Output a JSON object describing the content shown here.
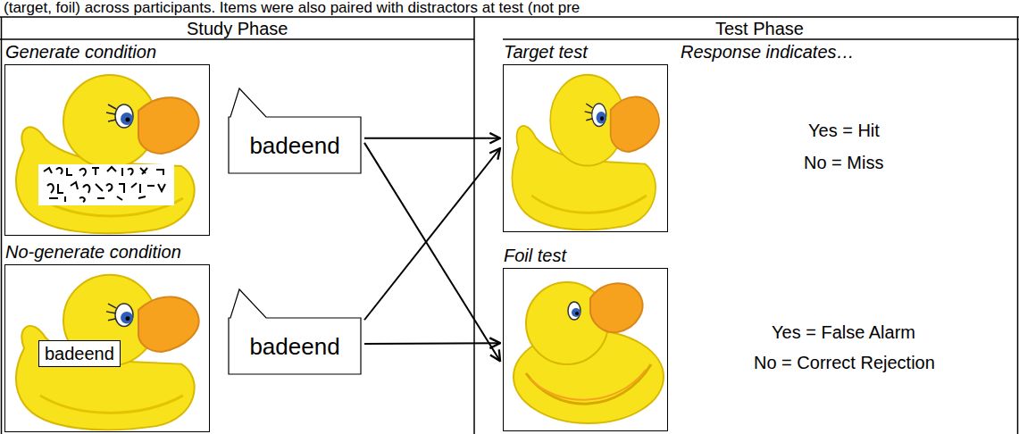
{
  "diagram": {
    "nodes": [
      {
        "text": [
          "Generate condition"
        ]
      },
      {
        "text": [
          "badeend"
        ]
      },
      {
        "text": [
          "No-generate condition"
        ]
      },
      {
        "text": [
          "badeend"
        ],
        "in": 2
      },
      {
        "text": [
          "badeend"
        ]
      },
      {
        "text": [
          "Target test"
        ]
      },
      {
        "text": [
          "Foil test"
        ]
      }
    ],
    "edges": [
      {
        "from": 1,
        "to": 5,
        "arrow": "to"
      },
      {
        "from": 1,
        "to": 6,
        "arrow": "to"
      },
      {
        "from": 4,
        "to": 5,
        "arrow": "to"
      },
      {
        "from": 4,
        "to": 6,
        "arrow": "to"
      }
    ],
    "labels": [
      "(target, foil) across participants. Items were also paired with distractors at test (not pre",
      "Study Phase",
      "Test Phase",
      "Response indicates…",
      "Yes = Hit",
      "No = Miss",
      "Yes = False Alarm",
      "No = Correct Rejection"
    ]
  }
}
